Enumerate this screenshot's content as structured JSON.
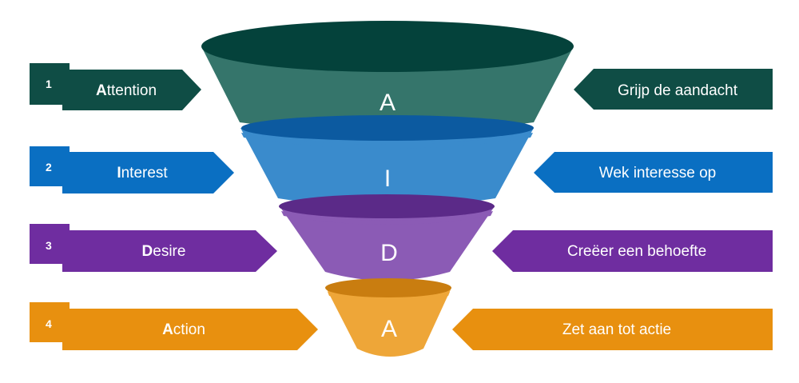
{
  "stages": [
    {
      "number": "1",
      "first_letter": "A",
      "rest": "ttention",
      "funnel_letter": "A",
      "dutch": "Grijp de aandacht",
      "colors": {
        "arrow": "#0f4d45",
        "rim": "#04423b",
        "body": "#35756b"
      }
    },
    {
      "number": "2",
      "first_letter": "I",
      "rest": "nterest",
      "funnel_letter": "I",
      "dutch": "Wek interesse op",
      "colors": {
        "arrow": "#0a6fc2",
        "rim": "#0c5aa0",
        "body": "#3a8bcc"
      }
    },
    {
      "number": "3",
      "first_letter": "D",
      "rest": "esire",
      "funnel_letter": "D",
      "dutch": "Creëer een behoefte",
      "colors": {
        "arrow": "#6f2da0",
        "rim": "#5b2a88",
        "body": "#8b5bb5"
      }
    },
    {
      "number": "4",
      "first_letter": "A",
      "rest": "ction",
      "funnel_letter": "A",
      "dutch": "Zet aan tot actie",
      "colors": {
        "arrow": "#e8900f",
        "rim": "#c97d10",
        "body": "#eea638"
      }
    }
  ]
}
